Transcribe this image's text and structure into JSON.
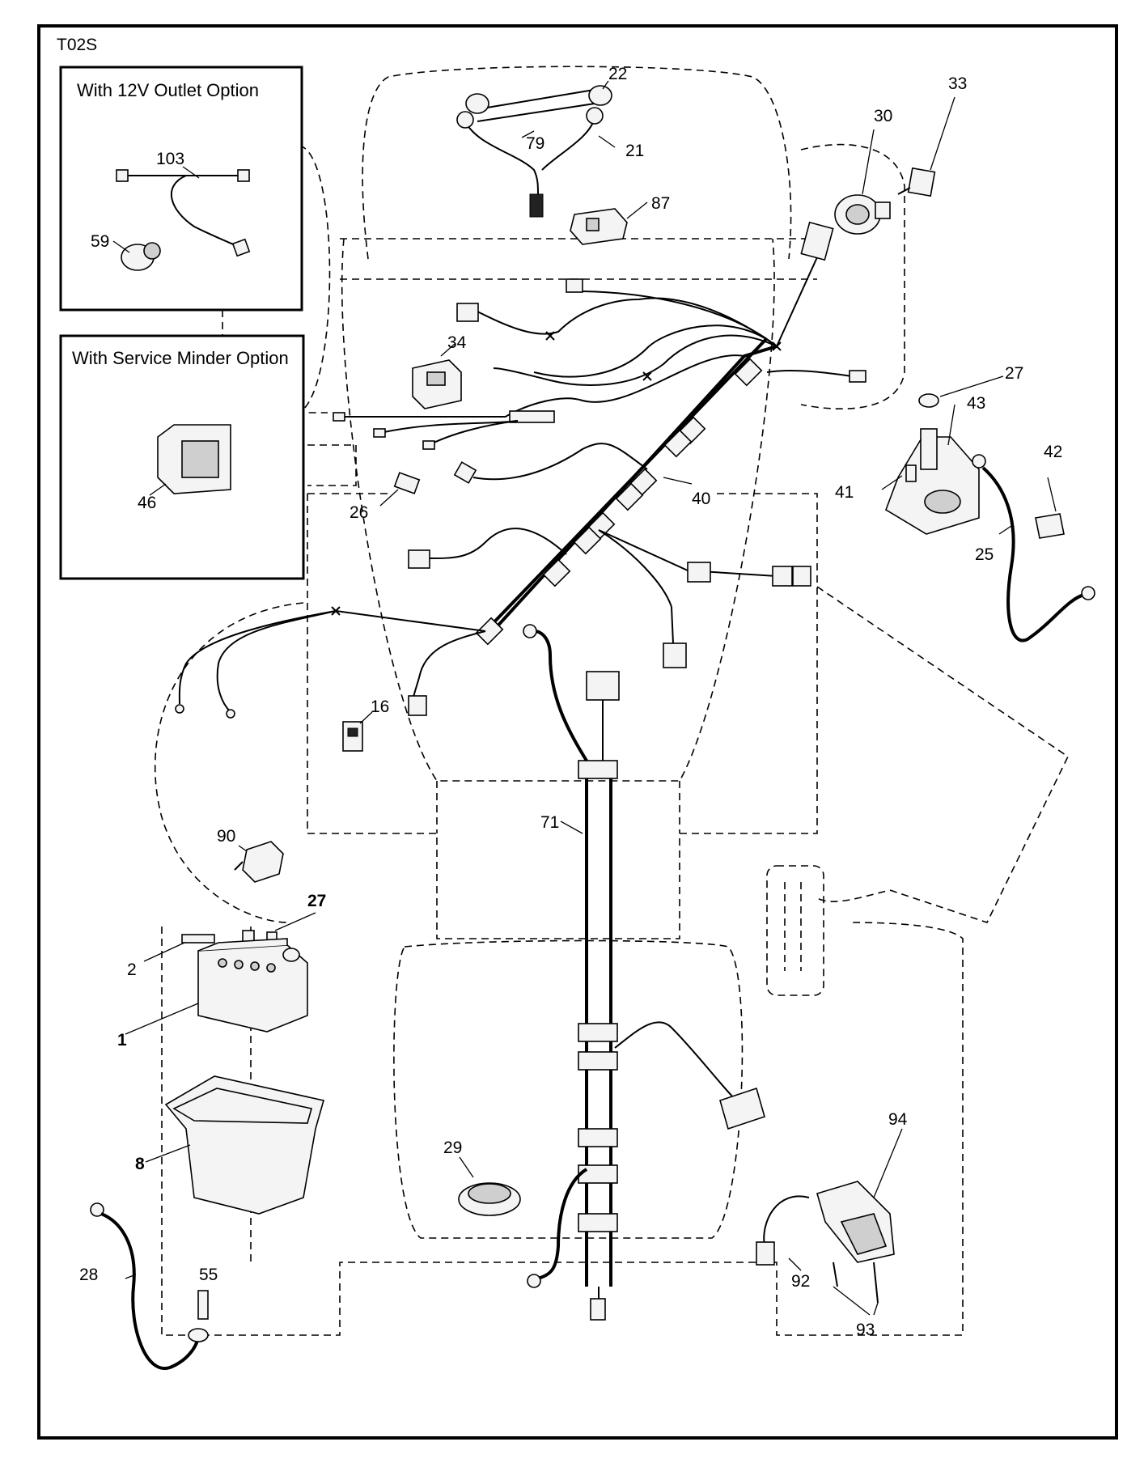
{
  "diagram": {
    "code": "T02S",
    "insets": [
      {
        "title": "With 12V Outlet Option"
      },
      {
        "title": "With Service Minder Option"
      }
    ],
    "callouts": [
      "22",
      "79",
      "21",
      "87",
      "30",
      "33",
      "103",
      "59",
      "34",
      "27",
      "43",
      "41",
      "42",
      "25",
      "46",
      "26",
      "40",
      "16",
      "71",
      "90",
      "27",
      "2",
      "1",
      "8",
      "29",
      "94",
      "92",
      "93",
      "28",
      "55"
    ]
  }
}
